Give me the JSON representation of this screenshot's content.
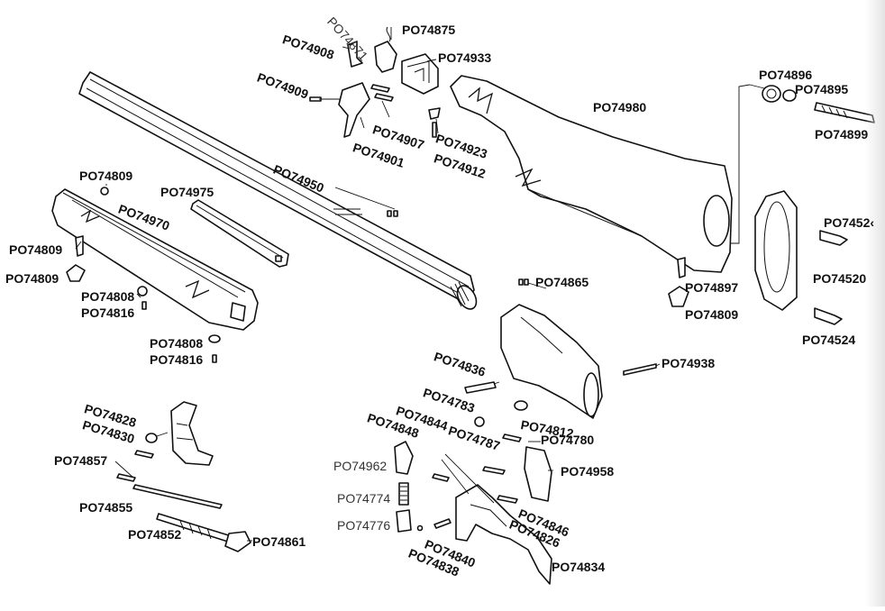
{
  "diagram": {
    "labels": {
      "PO74871": "PO74871",
      "PO74875": "PO74875",
      "PO74908": "PO74908",
      "PO74933": "PO74933",
      "PO74909": "PO74909",
      "PO74907": "PO74907",
      "PO74901": "PO74901",
      "PO74923": "PO74923",
      "PO74912": "PO74912",
      "PO74980": "PO74980",
      "PO74896": "PO74896",
      "PO74895": "PO74895",
      "PO74899": "PO74899",
      "PO74950": "PO74950",
      "PO74809_a": "PO74809",
      "PO74975": "PO74975",
      "PO74970": "PO74970",
      "PO74809_b": "PO74809",
      "PO74809_c": "PO74809",
      "PO74808_a": "PO74808",
      "PO74816_a": "PO74816",
      "PO74808_b": "PO74808",
      "PO74816_b": "PO74816",
      "PO7452x": "PO7452‹",
      "PO74520": "PO74520",
      "PO74524": "PO74524",
      "PO74897": "PO74897",
      "PO74809_d": "PO74809",
      "PO74865": "PO74865",
      "PO74938": "PO74938",
      "PO74836": "PO74836",
      "PO74783": "PO74783",
      "PO74812": "PO74812",
      "PO74844": "PO74844",
      "PO74787": "PO74787",
      "PO74848": "PO74848",
      "PO74780": "PO74780",
      "PO74962": "PO74962",
      "PO74958": "PO74958",
      "PO74774": "PO74774",
      "PO74776": "PO74776",
      "PO74846": "PO74846",
      "PO74826": "PO74826",
      "PO74840": "PO74840",
      "PO74838": "PO74838",
      "PO74834": "PO74834",
      "PO74828": "PO74828",
      "PO74830": "PO74830",
      "PO74857": "PO74857",
      "PO74855": "PO74855",
      "PO74852": "PO74852",
      "PO74861": "PO74861"
    }
  }
}
